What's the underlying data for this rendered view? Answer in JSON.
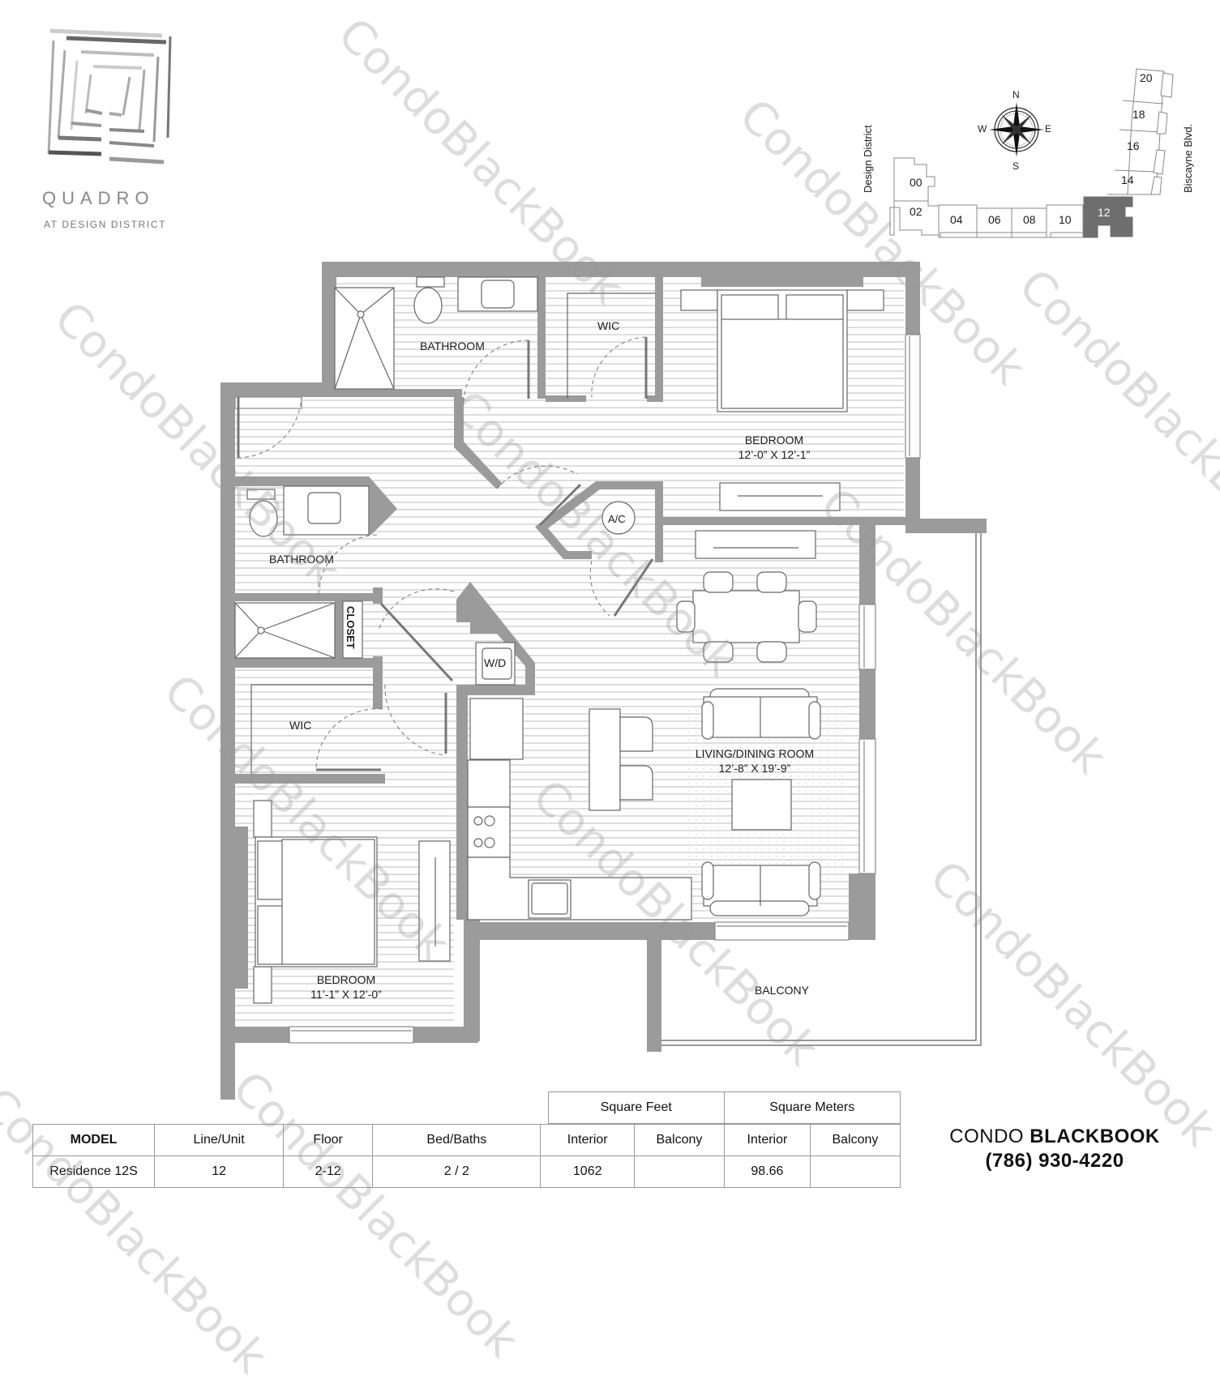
{
  "logo": {
    "title": "QUADRO",
    "subtitle": "AT DESIGN DISTRICT"
  },
  "keyplan": {
    "left_street": "Design District",
    "right_street": "Biscayne Blvd.",
    "compass": {
      "n": "N",
      "s": "S",
      "e": "E",
      "w": "W"
    },
    "units": [
      "00",
      "02",
      "04",
      "06",
      "08",
      "10",
      "12",
      "14",
      "16",
      "18",
      "20"
    ],
    "highlighted_unit": "12",
    "highlight_color": "#6e6e6e"
  },
  "rooms": {
    "bathroom_1": "BATHROOM",
    "wic_1": "WIC",
    "bedroom_1": {
      "name": "BEDROOM",
      "dims": "12’-0” X 12’-1”"
    },
    "ac": "A/C",
    "bathroom_2": "BATHROOM",
    "closet": "CLOSET",
    "wd": "W/D",
    "wic_2": "WIC",
    "living": {
      "name": "LIVING/DINING ROOM",
      "dims": "12’-8” X 19’-9”"
    },
    "bedroom_2": {
      "name": "BEDROOM",
      "dims": "11’-1” X 12’-0”"
    },
    "balcony": "BALCONY"
  },
  "spec_table": {
    "group_headers": {
      "sqft": "Square Feet",
      "sqm": "Square Meters"
    },
    "headers": [
      "MODEL",
      "Line/Unit",
      "Floor",
      "Bed/Baths",
      "Interior",
      "Balcony",
      "Interior",
      "Balcony"
    ],
    "row": [
      "Residence 12S",
      "12",
      "2-12",
      "2 / 2",
      "1062",
      "",
      "98.66",
      ""
    ]
  },
  "brand": {
    "name_light": "CONDO",
    "name_bold": "BLACKBOOK",
    "phone": "(786) 930-4220"
  },
  "watermark": "CondoBlackBook",
  "colors": {
    "wall": "#9b9b9b",
    "floor_line": "#d9d9d9",
    "text": "#111111"
  }
}
